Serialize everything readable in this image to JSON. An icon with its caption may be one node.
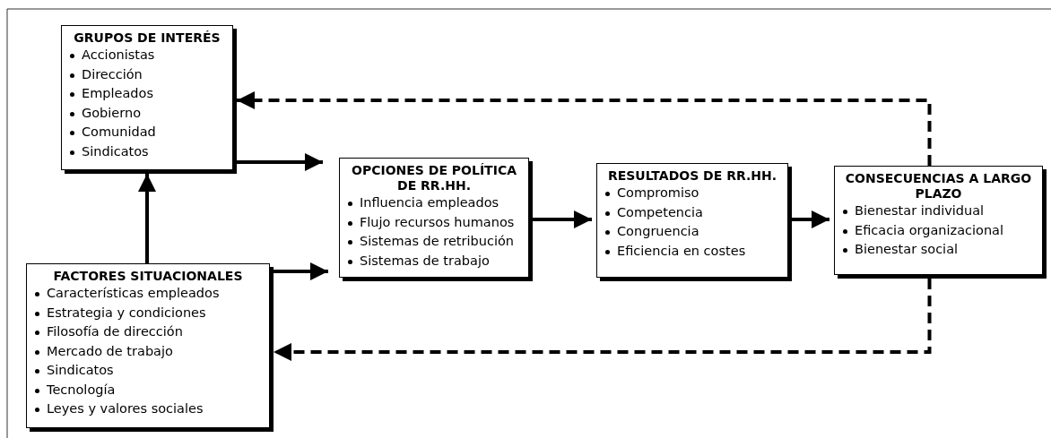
{
  "diagram": {
    "nodes": [
      {
        "text": [
          "GRUPOS DE INTERÉS",
          "Accionistas",
          "Dirección",
          "Empleados",
          "Gobierno",
          "Comunidad",
          "Sindicatos"
        ]
      },
      {
        "text": [
          "FACTORES SITUACIONALES",
          "Características empleados",
          "Estrategia y condiciones",
          "Filosofía de dirección",
          "Mercado de trabajo",
          "Sindicatos",
          "Tecnología",
          "Leyes y valores sociales"
        ]
      },
      {
        "text": [
          "OPCIONES DE POLÍTICA DE RR.HH.",
          "Influencia empleados",
          "Flujo recursos humanos",
          "Sistemas de retribución",
          "Sistemas de trabajo"
        ]
      },
      {
        "text": [
          "RESULTADOS DE RR.HH.",
          "Compromiso",
          "Competencia",
          "Congruencia",
          "Eficiencia en costes"
        ]
      },
      {
        "text": [
          "CONSECUENCIAS A LARGO PLAZO",
          "Bienestar individual",
          "Eficacia organizacional",
          "Bienestar social"
        ]
      }
    ],
    "edges": [
      {
        "from": 0,
        "to": 2,
        "arrow": "to"
      },
      {
        "from": 1,
        "to": 0,
        "arrow": "to"
      },
      {
        "from": 1,
        "to": 2,
        "arrow": "to"
      },
      {
        "from": 2,
        "to": 3,
        "arrow": "to"
      },
      {
        "from": 3,
        "to": 4,
        "arrow": "to"
      },
      {
        "from": 4,
        "to": 0,
        "arrow": "to",
        "style": "dashed"
      },
      {
        "from": 4,
        "to": 1,
        "arrow": "to",
        "style": "dashed"
      }
    ]
  }
}
